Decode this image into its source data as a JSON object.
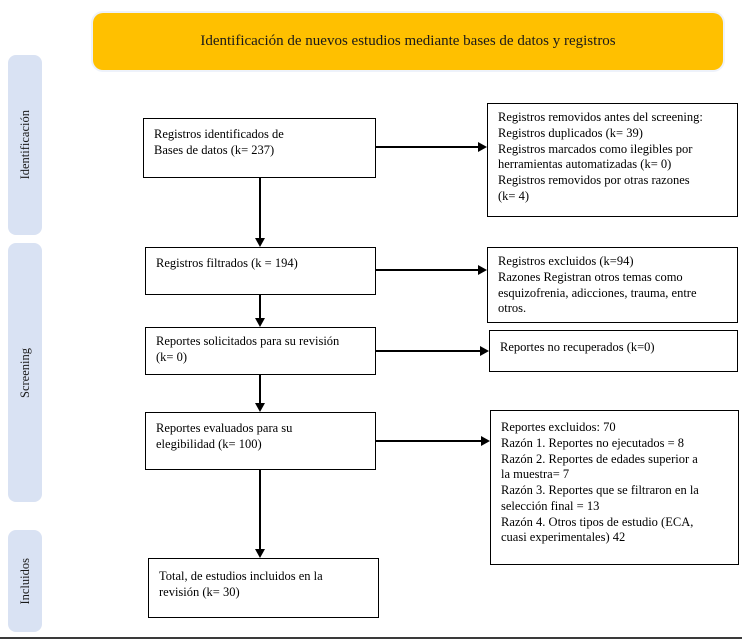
{
  "banner": {
    "label": "Identificación de nuevos estudios mediante bases de datos y registros",
    "bg": "#FFC000"
  },
  "sidebar": {
    "bg": "#D9E2F3",
    "stages": [
      {
        "label": "Identificación"
      },
      {
        "label": "Screening"
      },
      {
        "label": "Incluidos"
      }
    ]
  },
  "flow": {
    "boxes": {
      "identified": "Registros identificados de\nBases de datos (k= 237)",
      "removed_before_screening": "Registros removidos antes del screening:\nRegistros duplicados (k= 39)\nRegistros marcados como ilegibles por\nherramientas automatizadas (k= 0)\nRegistros removidos por otras razones\n(k= 4)",
      "screened": "Registros filtrados (k = 194)",
      "excluded": "Registros excluidos (k=94)\nRazones Registran otros temas como\nesquizofrenia, adicciones, trauma, entre\notros.",
      "sought": "Reportes solicitados para su revisión\n(k= 0)",
      "not_retrieved": "Reportes no recuperados (k=0)",
      "assessed": "Reportes evaluados para su\nelegibilidad (k= 100)",
      "reports_excluded": "Reportes excluidos: 70\nRazón 1. Reportes no ejecutados = 8\nRazón 2. Reportes de edades superior a\nla muestra= 7\nRazón 3. Reportes que se filtraron en la\nselección final = 13\nRazón 4. Otros tipos de estudio (ECA,\ncuasi experimentales) 42",
      "included": "Total, de estudios incluidos en la\nrevisión (k= 30)"
    }
  }
}
